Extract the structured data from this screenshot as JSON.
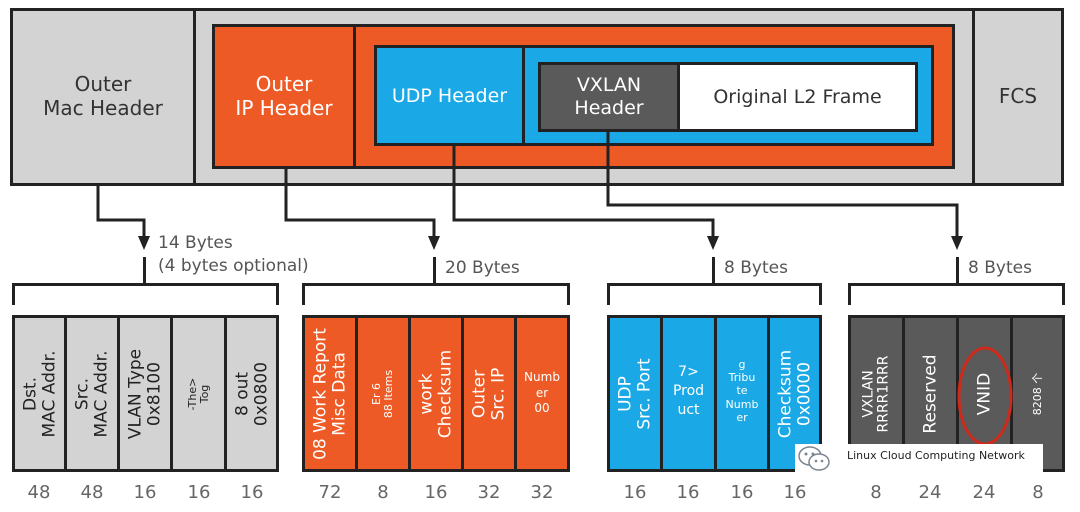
{
  "packet": {
    "outer_mac": "Outer\nMac Header",
    "outer_ip": "Outer\nIP Header",
    "udp_header": "UDP Header",
    "vxlan_header": "VXLAN\nHeader",
    "original_frame": "Original L2 Frame",
    "fcs": "FCS"
  },
  "groups": [
    {
      "bytes": "14 Bytes\n(4 bytes optional)",
      "color": "gray",
      "fields": [
        {
          "label": "Dst.\nMAC Addr.",
          "bits": "48"
        },
        {
          "label": "Src.\nMAC Addr.",
          "bits": "48"
        },
        {
          "label": "VLAN Type\n0x8100",
          "bits": "16"
        },
        {
          "label": "-The>\nTog",
          "bits": "16"
        },
        {
          "label": "8 out\n0x0800",
          "bits": "16"
        }
      ]
    },
    {
      "bytes": "20 Bytes",
      "color": "orange",
      "fields": [
        {
          "label": "08 Work Report\nMisc Data",
          "bits": "72"
        },
        {
          "label": "Er 6\n88 Items",
          "bits": "8"
        },
        {
          "label": "work\nChecksum",
          "bits": "16"
        },
        {
          "label": "Outer\nSrc. IP",
          "bits": "32"
        },
        {
          "label": "Numb\ner\n00",
          "bits": "32"
        }
      ]
    },
    {
      "bytes": "8 Bytes",
      "color": "blue",
      "fields": [
        {
          "label": "UDP\nSrc. Port",
          "bits": "16"
        },
        {
          "label": "7>\nProd\nuct",
          "bits": "16"
        },
        {
          "label": "g\nTribu\nte\nNumb\ner",
          "bits": "16"
        },
        {
          "label": "Checksum\n0x0000",
          "bits": "16"
        }
      ]
    },
    {
      "bytes": "8 Bytes",
      "color": "dark-gray",
      "fields": [
        {
          "label": "VXLAN\nRRRR1RRR",
          "bits": "8"
        },
        {
          "label": "Reserved",
          "bits": "24"
        },
        {
          "label": "VNID",
          "bits": "24"
        },
        {
          "label": "8208 个",
          "bits": "8"
        }
      ]
    }
  ],
  "watermark": "Linux Cloud Computing Network",
  "colors": {
    "orange": "#ee5a25",
    "blue": "#1aa9e6",
    "gray": "#d3d3d3",
    "dark_gray": "#5a5a5a",
    "highlight": "#cc2a1a"
  }
}
